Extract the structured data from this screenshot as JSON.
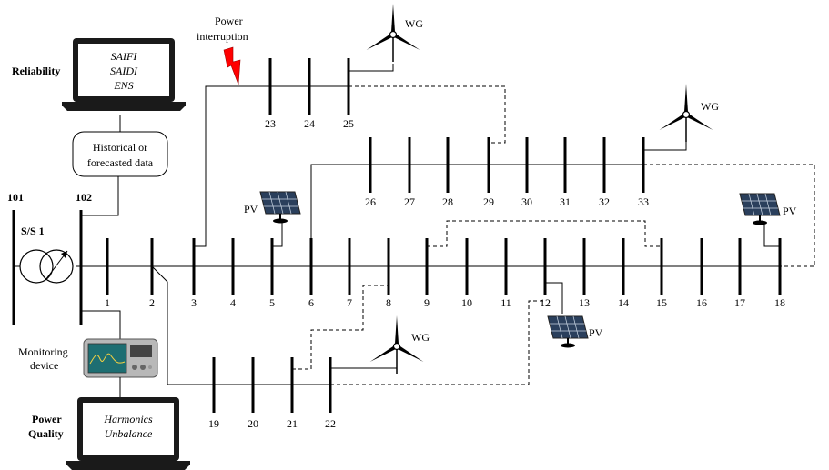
{
  "labels": {
    "reliability": "Reliability",
    "power_quality_1": "Power",
    "power_quality_2": "Quality",
    "monitoring_1": "Monitoring",
    "monitoring_2": "device",
    "historical_1": "Historical or",
    "historical_2": "forecasted data",
    "substation": "S/S 1",
    "bus_101": "101",
    "bus_102": "102",
    "power_interruption_1": "Power",
    "power_interruption_2": "interruption"
  },
  "reliability_indices": [
    "SAIFI",
    "SAIDI",
    "ENS"
  ],
  "power_quality_indices": [
    "Harmonics",
    "Unbalance"
  ],
  "main_buses": [
    "1",
    "2",
    "3",
    "4",
    "5",
    "6",
    "7",
    "8",
    "9",
    "10",
    "11",
    "12",
    "13",
    "14",
    "15",
    "16",
    "17",
    "18"
  ],
  "lateral_19_22": [
    "19",
    "20",
    "21",
    "22"
  ],
  "lateral_23_25": [
    "23",
    "24",
    "25"
  ],
  "lateral_26_33": [
    "26",
    "27",
    "28",
    "29",
    "30",
    "31",
    "32",
    "33"
  ],
  "generators": {
    "wg": "WG",
    "pv": "PV"
  },
  "colors": {
    "line": "#000000",
    "lightning": "#ff0000",
    "screen": "#1e6e72"
  }
}
